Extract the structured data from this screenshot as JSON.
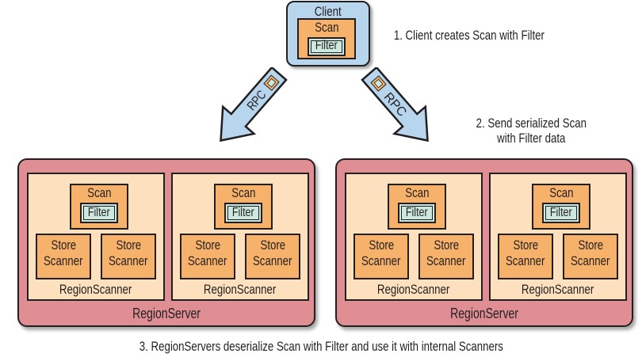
{
  "client": {
    "title": "Client",
    "scan_label": "Scan",
    "filter_label": "Filter"
  },
  "arrows": [
    {
      "label": "RPC",
      "direction": "down-left"
    },
    {
      "label": "RPC",
      "direction": "down-right"
    }
  ],
  "steps": {
    "step1": "1. Client creates Scan with Filter",
    "step2_line1": "2. Send serialized Scan",
    "step2_line2": "with Filter data",
    "step3": "3. RegionServers deserialize Scan with Filter and use it with internal Scanners"
  },
  "region_servers": [
    {
      "title": "RegionServer",
      "region_scanners": [
        {
          "title": "RegionScanner",
          "scan_label": "Scan",
          "filter_label": "Filter",
          "stores": [
            {
              "line1": "Store",
              "line2": "Scanner"
            },
            {
              "line1": "Store",
              "line2": "Scanner"
            }
          ]
        },
        {
          "title": "RegionScanner",
          "scan_label": "Scan",
          "filter_label": "Filter",
          "stores": [
            {
              "line1": "Store",
              "line2": "Scanner"
            },
            {
              "line1": "Store",
              "line2": "Scanner"
            }
          ]
        }
      ]
    },
    {
      "title": "RegionServer",
      "region_scanners": [
        {
          "title": "RegionScanner",
          "scan_label": "Scan",
          "filter_label": "Filter",
          "stores": [
            {
              "line1": "Store",
              "line2": "Scanner"
            },
            {
              "line1": "Store",
              "line2": "Scanner"
            }
          ]
        },
        {
          "title": "RegionScanner",
          "scan_label": "Scan",
          "filter_label": "Filter",
          "stores": [
            {
              "line1": "Store",
              "line2": "Scanner"
            },
            {
              "line1": "Store",
              "line2": "Scanner"
            }
          ]
        }
      ]
    }
  ],
  "colors": {
    "client_fill": "#b7d5ec",
    "scan_fill": "#f6b26b",
    "filter_fill": "#cde8df",
    "region_server_fill": "#df8f93",
    "region_scanner_fill": "#fde0bd",
    "arrow_fill": "#b7d5ec",
    "outline": "#231f20"
  }
}
